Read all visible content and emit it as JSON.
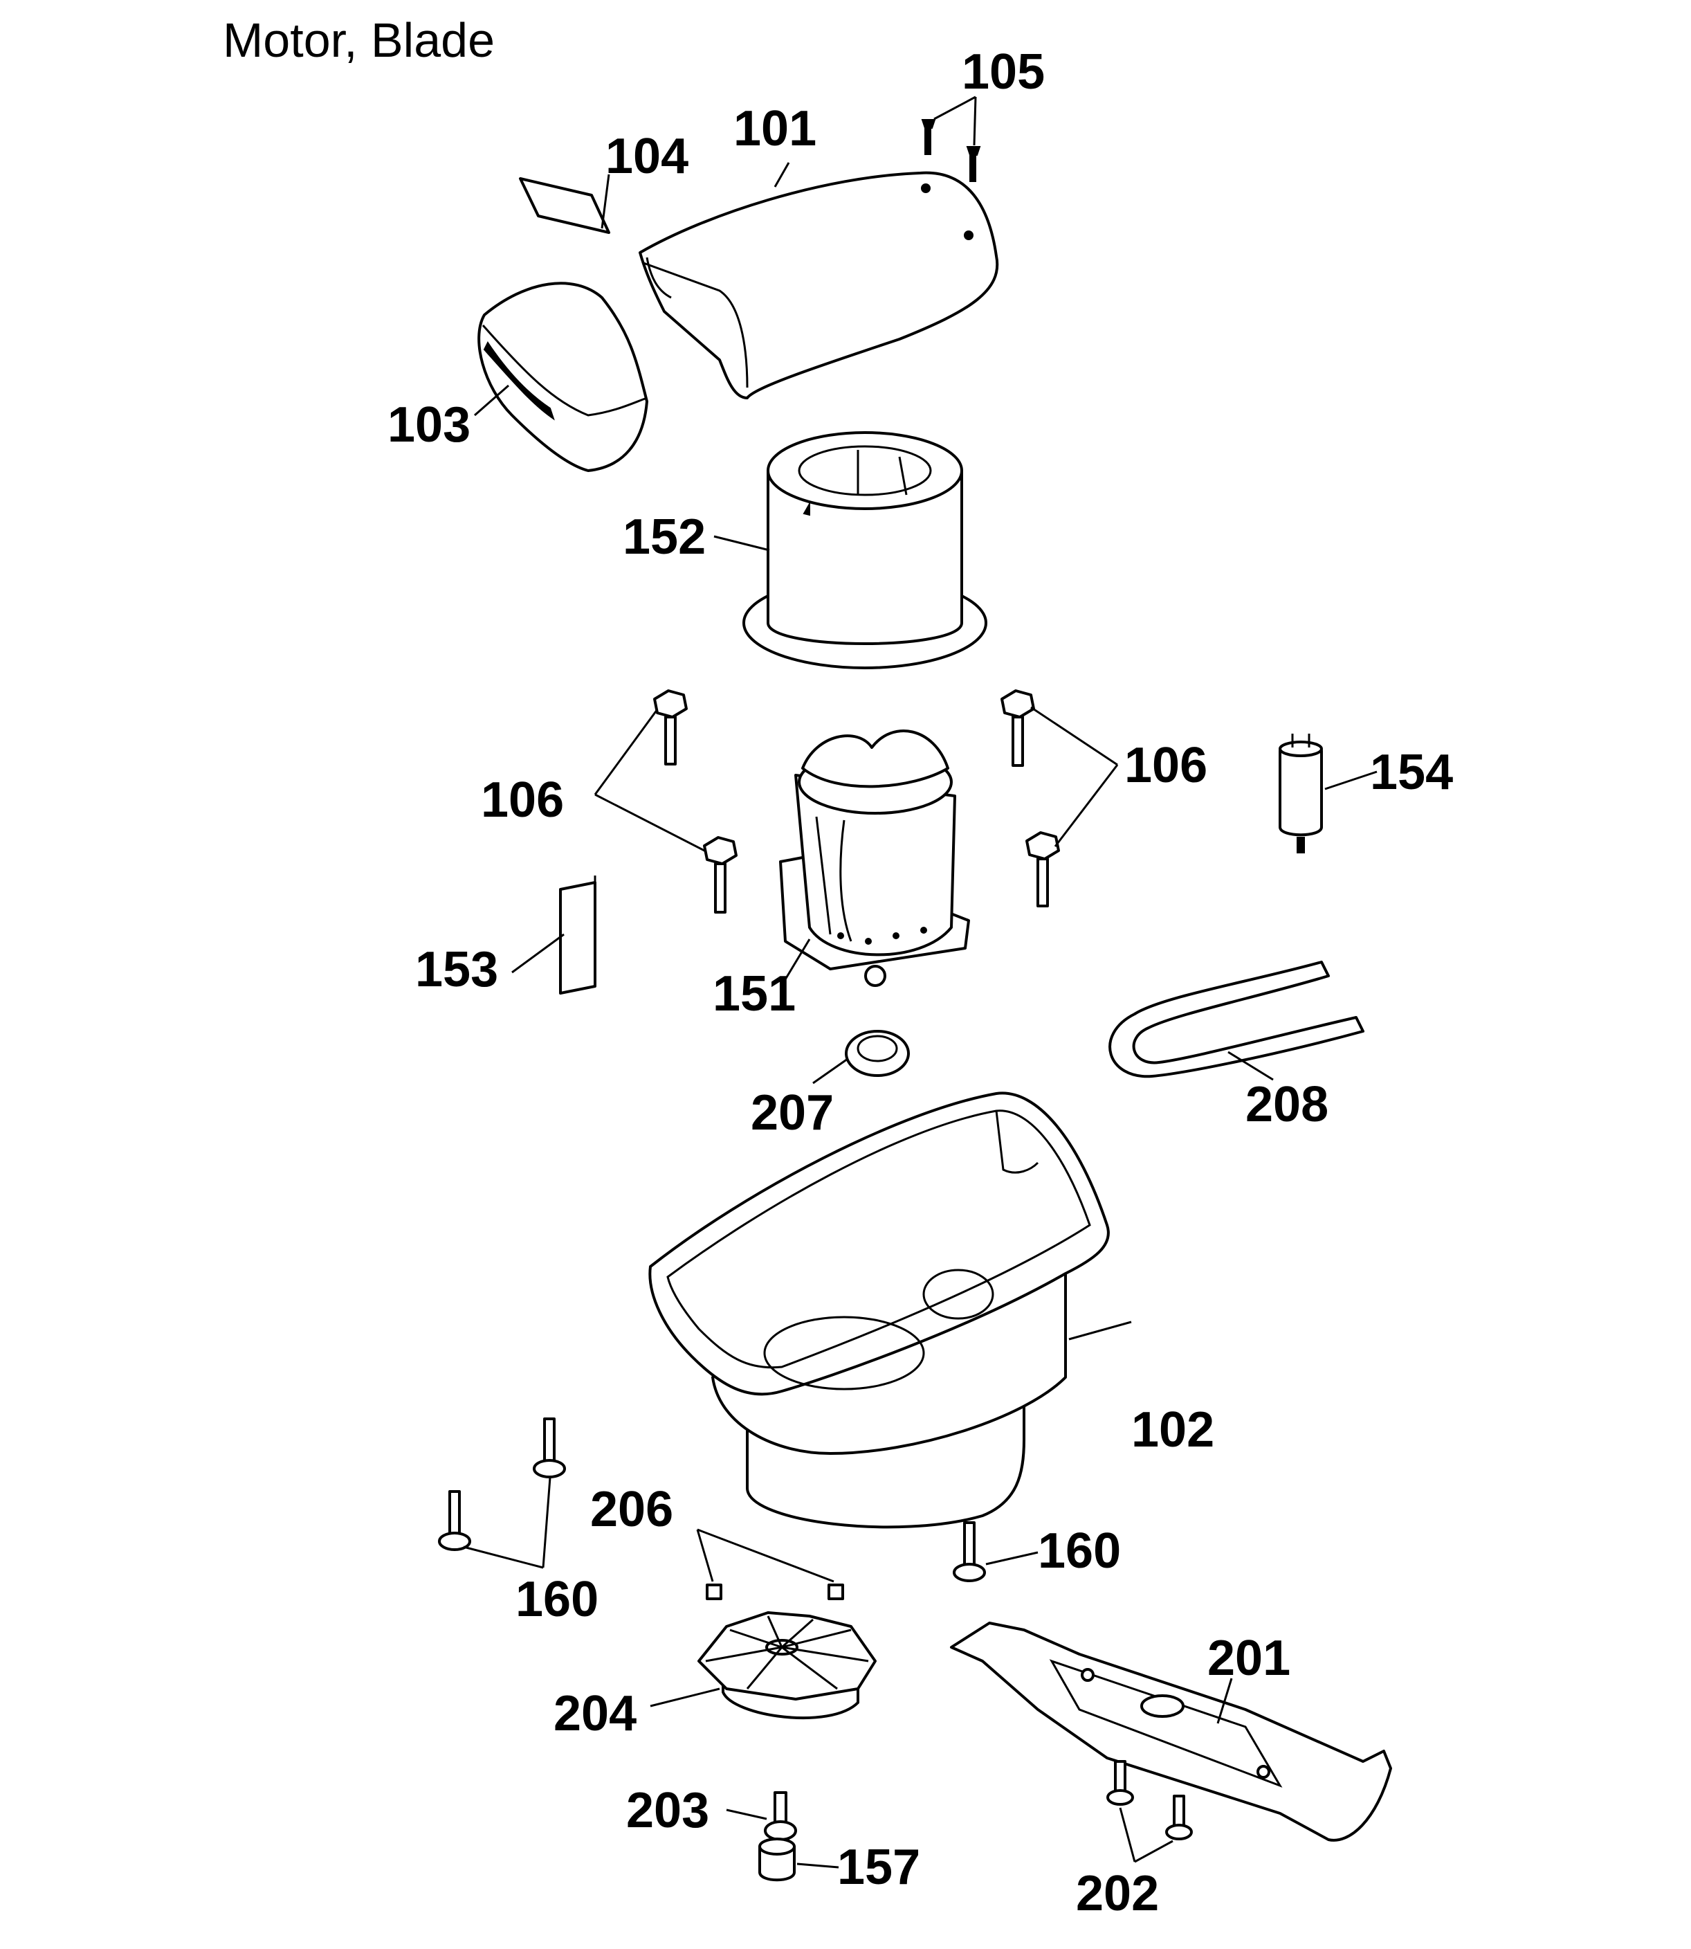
{
  "title": "Motor, Blade",
  "labels": {
    "p101": "101",
    "p102": "102",
    "p103": "103",
    "p104": "104",
    "p105": "105",
    "p106a": "106",
    "p106b": "106",
    "p151": "151",
    "p152": "152",
    "p153": "153",
    "p154": "154",
    "p157": "157",
    "p160a": "160",
    "p160b": "160",
    "p201": "201",
    "p202": "202",
    "p203": "203",
    "p204": "204",
    "p206": "206",
    "p207": "207",
    "p208": "208"
  }
}
